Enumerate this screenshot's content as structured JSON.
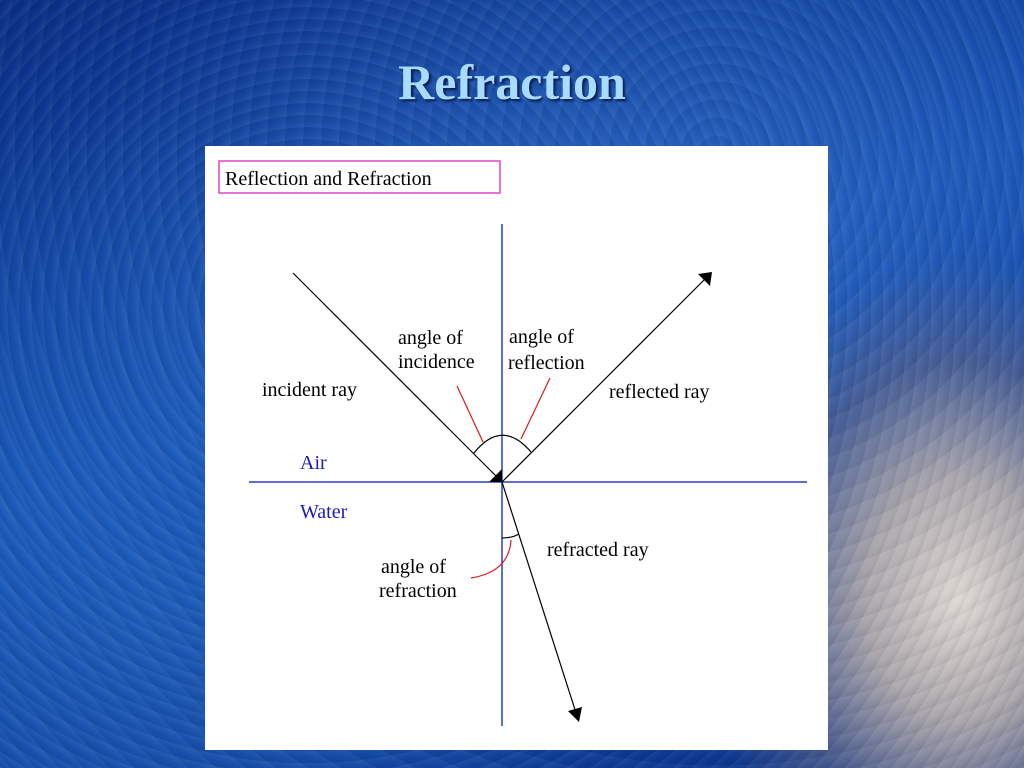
{
  "slide": {
    "title": "Refraction"
  },
  "diagram": {
    "heading": "Reflection and Refraction",
    "labels": {
      "incident_ray": "incident ray",
      "reflected_ray": "reflected ray",
      "refracted_ray": "refracted ray",
      "angle_of_incidence": [
        "angle of",
        "incidence"
      ],
      "angle_of_reflection": [
        "angle of",
        "reflection"
      ],
      "angle_of_refraction": [
        "angle of",
        "refraction"
      ],
      "medium_top": "Air",
      "medium_bottom": "Water"
    },
    "colors": {
      "heading_box": "#e040c8",
      "axes": "#2a3fc8",
      "medium_labels": "#1a1ab8",
      "angle_pointers": "#e01818",
      "rays": "#000000",
      "title_text": "#a8dcff"
    }
  }
}
